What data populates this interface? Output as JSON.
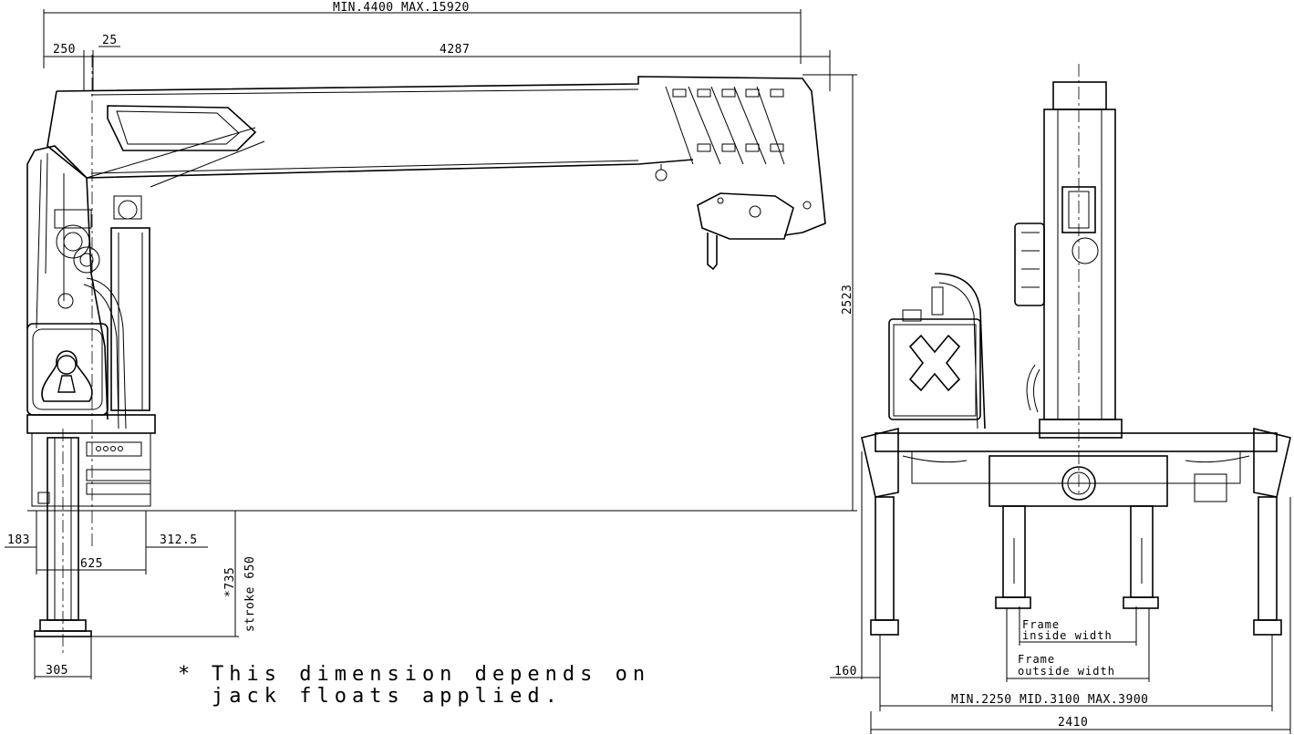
{
  "dimensions": {
    "overall_reach": "MIN.4400 MAX.15920",
    "rear_offset": "250",
    "pivot_offset": "25",
    "boom_length": "4287",
    "height": "2523",
    "left_base": "183",
    "right_base": "312.5",
    "base_width": "625",
    "leg_height": "*735",
    "stroke": "stroke 650",
    "foot_width": "305",
    "side_offset": "160",
    "frame_inside": "Frame inside width",
    "frame_inside_l1": "Frame",
    "frame_inside_l2": "inside width",
    "frame_outside_l1": "Frame",
    "frame_outside_l2": "outside width",
    "outrigger_span": "MIN.2250 MID.3100 MAX.3900",
    "total_width": "2410"
  },
  "note": {
    "star": "*",
    "line1": "This dimension depends on",
    "line2": "jack floats applied."
  }
}
